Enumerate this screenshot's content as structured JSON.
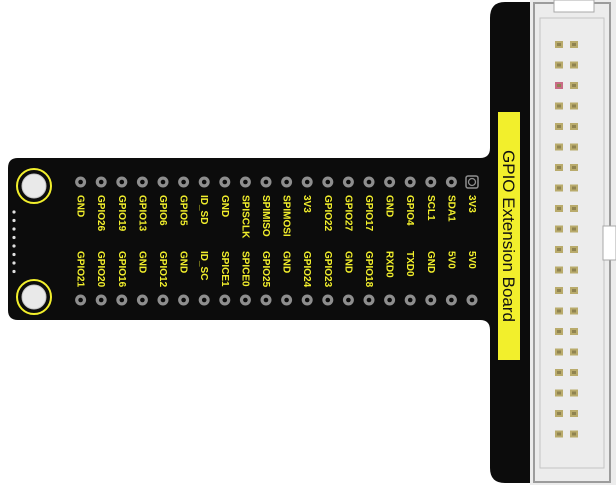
{
  "board_title": "GPIO Extension Board",
  "pins_top": [
    "3V3",
    "SDA1",
    "SCL1",
    "GPIO4",
    "GND",
    "GPIO17",
    "GPIO27",
    "GPIO22",
    "3V3",
    "SPIMOSI",
    "SPIMISO",
    "SPISCLK",
    "GND",
    "ID_SD",
    "GPIO5",
    "GPIO6",
    "GPIO13",
    "GPIO19",
    "GPIO26",
    "GND"
  ],
  "pins_bottom": [
    "5V0",
    "5V0",
    "GND",
    "TXD0",
    "RXD0",
    "GPIO18",
    "GND",
    "GPIO23",
    "GPIO24",
    "GND",
    "GPIO25",
    "SPICE0",
    "SPICE1",
    "ID_SC",
    "GND",
    "GPIO12",
    "GND",
    "GPIO16",
    "GPIO20",
    "GPIO21"
  ],
  "colors": {
    "pcb": "#0c0c0c",
    "silkscreen": "#f2ef2c",
    "pad": "#8e8e8e",
    "connector_body": "#ececec",
    "connector_pin": "#b9ab6c",
    "pin1_marker": "#c96b86"
  }
}
